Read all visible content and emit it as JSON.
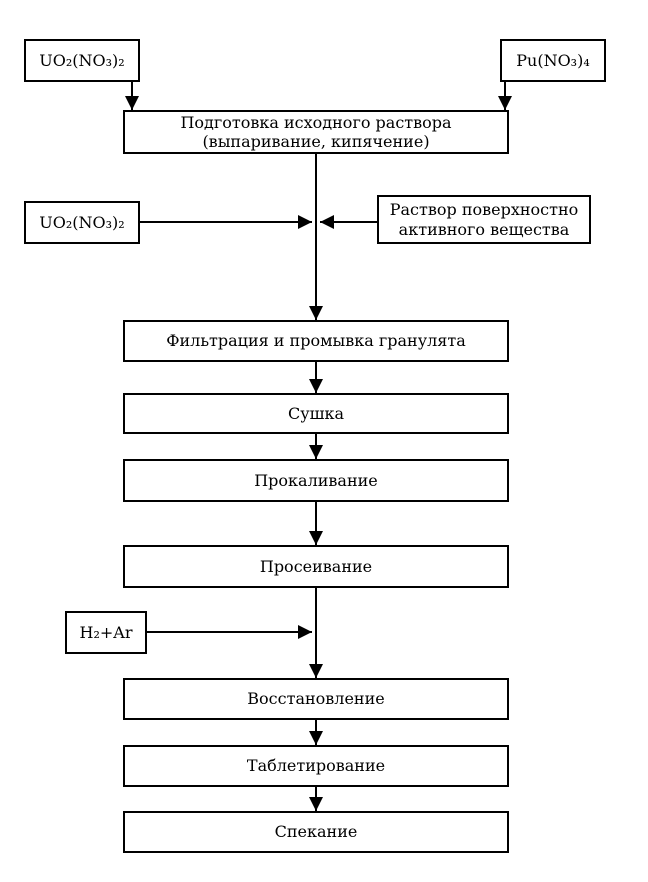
{
  "inputs": {
    "uranyl_top": "UO₂(NO₃)₂",
    "plutonium": "Pu(NO₃)₄",
    "uranyl_mid": "UO₂(NO₃)₂",
    "surfactant_line1": "Раствор поверхностно",
    "surfactant_line2": "активного вещества",
    "hydrogen_argon": "H₂+Ar"
  },
  "steps": {
    "prep_line1": "Подготовка исходного раствора",
    "prep_line2": "(выпаривание, кипячение)",
    "filtration": "Фильтрация и промывка гранулята",
    "drying": "Сушка",
    "calcination": "Прокаливание",
    "sieving": "Просеивание",
    "reduction": "Восстановление",
    "tableting": "Таблетирование",
    "sintering": "Спекание"
  }
}
